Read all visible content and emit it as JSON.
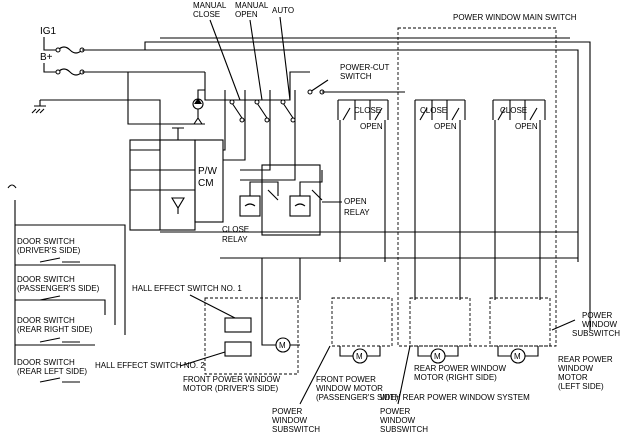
{
  "diagram": {
    "terminals": {
      "ig1": "IG1",
      "bplus": "B+"
    },
    "switch_labels": {
      "manual_close": [
        "MANUAL",
        "CLOSE"
      ],
      "manual_open": [
        "MANUAL",
        "OPEN"
      ],
      "auto": "AUTO",
      "power_cut": [
        "POWER-CUT",
        "SWITCH"
      ]
    },
    "main_switch_title": "POWER WINDOW MAIN SWITCH",
    "close_label": "CLOSE",
    "open_label": "OPEN",
    "pwcm": [
      "P/W",
      "CM"
    ],
    "open_relay": [
      "OPEN",
      "RELAY"
    ],
    "close_relay": [
      "CLOSE",
      "RELAY"
    ],
    "door_switches": [
      [
        "DOOR SWITCH",
        "(DRIVER'S SIDE)"
      ],
      [
        "DOOR SWITCH",
        "(PASSENGER'S SIDE)"
      ],
      [
        "DOOR SWITCH",
        "(REAR RIGHT SIDE)"
      ],
      [
        "DOOR SWITCH",
        "(REAR LEFT SIDE)"
      ]
    ],
    "hall_1": "HALL EFFECT SWITCH NO. 1",
    "hall_2": "HALL EFFECT SWITCH NO. 2",
    "front_driver_motor": [
      "FRONT POWER WINDOW",
      "MOTOR (DRIVER'S SIDE)"
    ],
    "front_pass_motor": [
      "FRONT POWER",
      "WINDOW MOTOR",
      "(PASSENGER'S SIDE)"
    ],
    "rear_right_motor": [
      "REAR POWER WINDOW",
      "MOTOR (RIGHT SIDE)"
    ],
    "rear_left_motor": [
      "REAR POWER",
      "WINDOW",
      "MOTOR",
      "(LEFT SIDE)"
    ],
    "subswitch_left": [
      "POWER",
      "WINDOW",
      "SUBSWITCH"
    ],
    "subswitch_mid": [
      "POWER",
      "WINDOW",
      "SUBSWITCH"
    ],
    "subswitch_right": [
      "POWER",
      "WINDOW",
      "SUBSWITCH"
    ],
    "rear_system": "WITH REAR POWER WINDOW SYSTEM",
    "motor_symbol": "M"
  }
}
